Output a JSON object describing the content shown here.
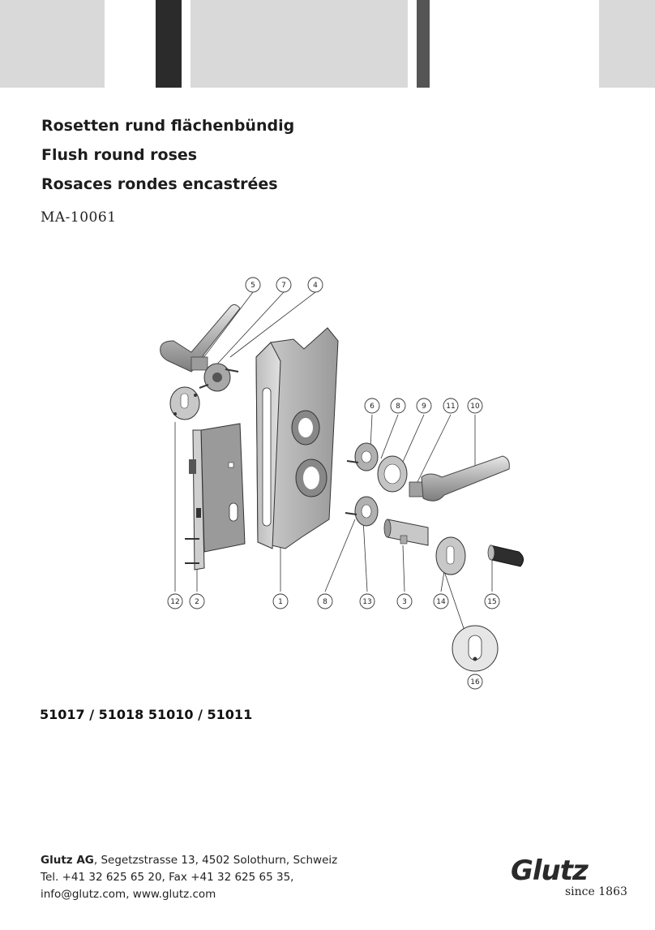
{
  "header": {
    "colors": {
      "light_gray": "#d9d9d9",
      "dark": "#2b2b2b",
      "mid_dark": "#555555"
    }
  },
  "titles": {
    "de": "Rosetten rund flächenbündig",
    "en": "Flush round roses",
    "fr": "Rosaces rondes encastrées"
  },
  "document_number": "MA-10061",
  "diagram": {
    "callouts": [
      "5",
      "7",
      "4",
      "6",
      "8",
      "9",
      "11",
      "10",
      "12",
      "2",
      "1",
      "8",
      "13",
      "3",
      "14",
      "15",
      "16"
    ]
  },
  "article_numbers": "51017 / 51018 51010 / 51011",
  "footer": {
    "company": "Glutz AG",
    "address": ", Segetzstrasse 13, 4502 Solothurn, Schweiz",
    "phone_fax": "Tel. +41 32 625 65 20, Fax +41 32 625 65 35,",
    "contact": "info@glutz.com, www.glutz.com"
  },
  "logo": {
    "brand": "Glutz",
    "tagline": "since 1863"
  }
}
